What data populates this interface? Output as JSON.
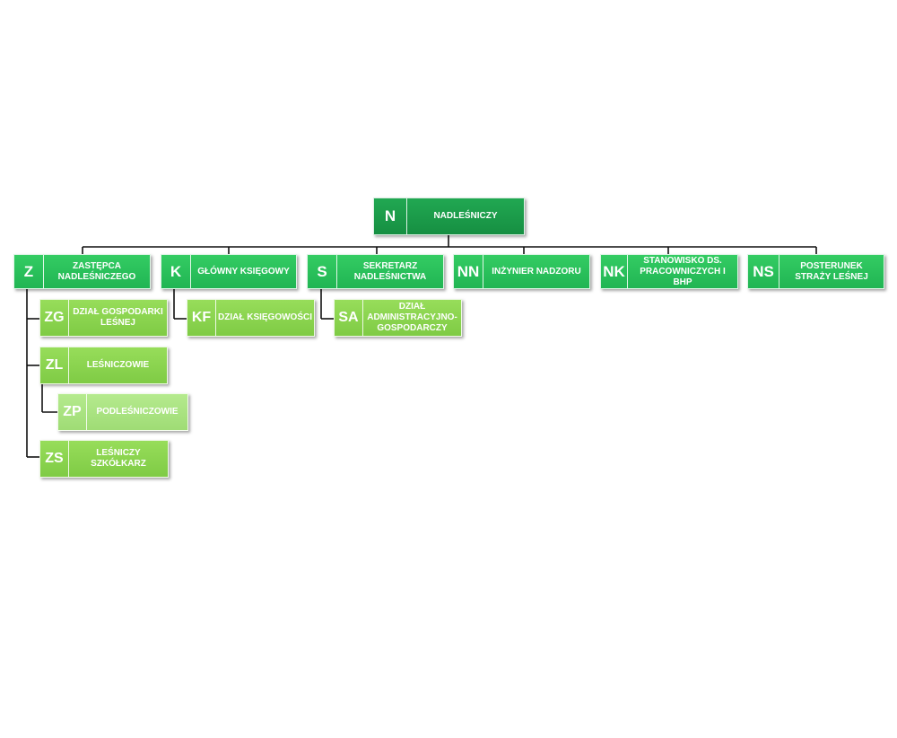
{
  "chart": {
    "root": {
      "code": "N",
      "label": "NADLEŚNICZY"
    },
    "level1": [
      {
        "code": "Z",
        "label": "ZASTĘPCA NADLEŚNICZEGO"
      },
      {
        "code": "K",
        "label": "GŁÓWNY KSIĘGOWY"
      },
      {
        "code": "S",
        "label": "SEKRETARZ NADLEŚNICTWA"
      },
      {
        "code": "NN",
        "label": "INŻYNIER NADZORU"
      },
      {
        "code": "NK",
        "label": "STANOWISKO DS. PRACOWNICZYCH I BHP"
      },
      {
        "code": "NS",
        "label": "POSTERUNEK STRAŻY LEŚNEJ"
      }
    ],
    "z_children": [
      {
        "code": "ZG",
        "label": "DZIAŁ GOSPODARKI LEŚNEJ"
      },
      {
        "code": "ZL",
        "label": "LEŚNICZOWIE"
      },
      {
        "code": "ZS",
        "label": "LEŚNICZY SZKÓŁKARZ"
      }
    ],
    "zl_children": [
      {
        "code": "ZP",
        "label": "PODLEŚNICZOWIE"
      }
    ],
    "k_children": [
      {
        "code": "KF",
        "label": "DZIAŁ KSIĘGOWOŚCI"
      }
    ],
    "s_children": [
      {
        "code": "SA",
        "label": "DZIAŁ ADMINISTRACYJNO-GOSPODARCZY"
      }
    ]
  },
  "colors": {
    "root": "#1a9a49",
    "level1": "#28c15b",
    "level2": "#88d34e",
    "level3": "#a8e383",
    "connector": "#000000"
  }
}
